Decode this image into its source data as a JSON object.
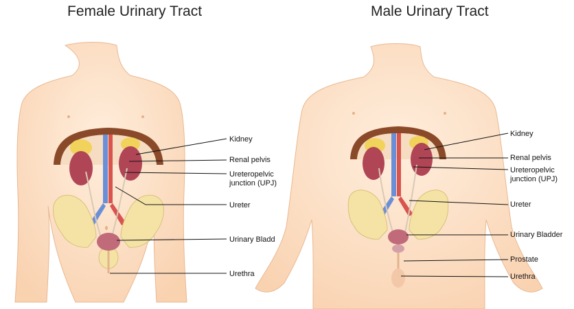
{
  "female": {
    "title": "Female Urinary Tract",
    "labels": {
      "kidney": "Kidney",
      "renal_pelvis": "Renal pelvis",
      "upj_line1": "Ureteropelvic",
      "upj_line2": "junction (UPJ)",
      "ureter": "Ureter",
      "bladder": "Urinary Bladd",
      "urethra": "Urethra"
    }
  },
  "male": {
    "title": "Male Urinary Tract",
    "labels": {
      "kidney": "Kidney",
      "renal_pelvis": "Renal pelvis",
      "upj_line1": "Ureteropelvic",
      "upj_line2": "junction (UPJ)",
      "ureter": "Ureter",
      "bladder": "Urinary Bladder",
      "prostate": "Prostate",
      "urethra": "Urethra"
    }
  },
  "colors": {
    "skin": "#fde0c4",
    "skin_outline": "#e9b892",
    "ribcage": "#8a4a2a",
    "liver_fat": "#f1d25a",
    "kidney": "#b04556",
    "bone": "#f5e3a6",
    "artery": "#d9534f",
    "vein": "#6b8fd6",
    "bladder": "#c06a7a"
  }
}
